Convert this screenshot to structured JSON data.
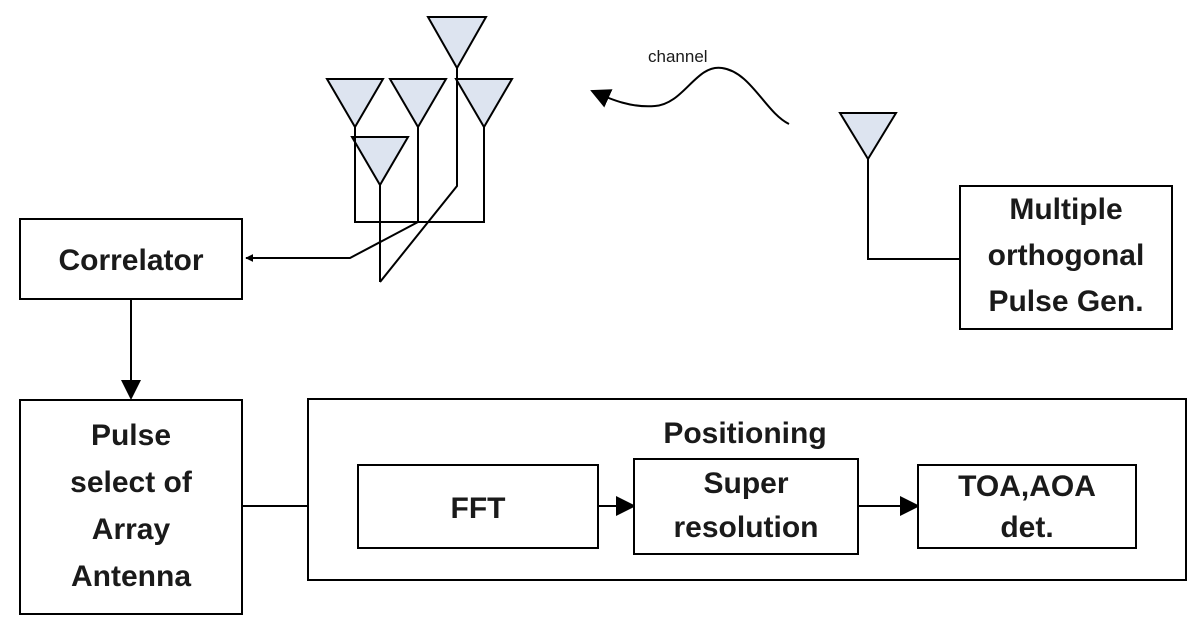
{
  "diagram": {
    "channel_label": "channel",
    "correlator": "Correlator",
    "generator": [
      "Multiple",
      "orthogonal",
      "Pulse Gen."
    ],
    "pulse_select": [
      "Pulse",
      "select of",
      "Array",
      "Antenna"
    ],
    "positioning": "Positioning",
    "fft": "FFT",
    "super_resolution": [
      "Super",
      "resolution"
    ],
    "toa_aoa": [
      "TOA,AOA",
      "det."
    ]
  }
}
